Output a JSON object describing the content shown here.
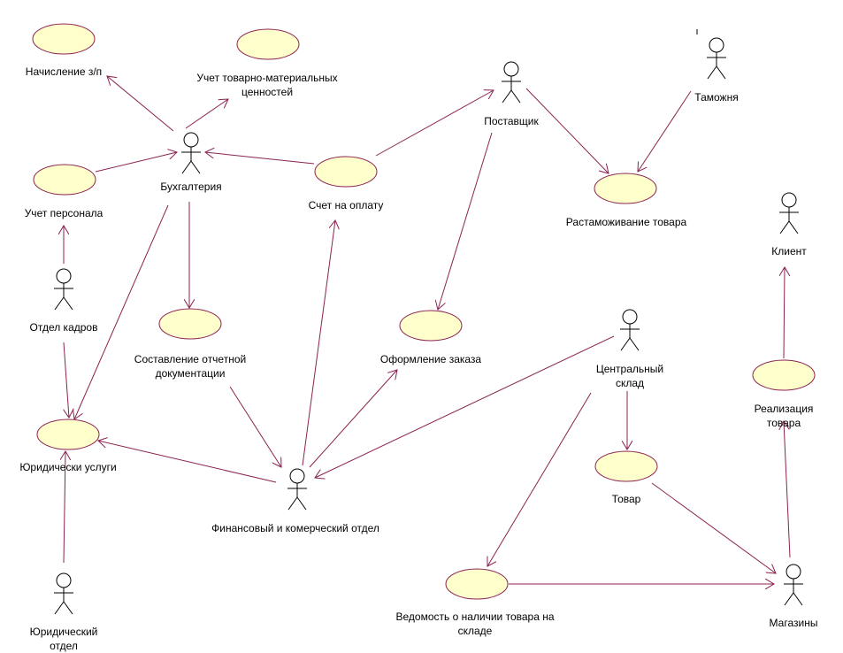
{
  "colors": {
    "line": "#8b2252",
    "ellipse_fill": "#ffffcc",
    "ellipse_stroke": "#8b2252",
    "actor_stroke": "#000000"
  },
  "actors": {
    "buh": "Бухгалтерия",
    "post": "Поставщик",
    "tam": "Таможня",
    "klient": "Клиент",
    "kadry": "Отдел кадров",
    "sklad": "Центральный\nсклад",
    "fin": "Финансовый и комерческий отдел",
    "yur": "Юридический\nотдел",
    "mag": "Магазины"
  },
  "usecases": {
    "zp": "Начисление з/п",
    "tmc": "Учет товарно-материальных\nценностей",
    "pers": "Учет персонала",
    "schet": "Счет на оплату",
    "rast": "Растаможивание товара",
    "otch": "Составление отчетной\nдокументации",
    "zakaz": "Оформление заказа",
    "real": "Реализация товара",
    "uslugi": "Юридически услуги",
    "tovar": "Товар",
    "ved": "Ведомость о наличии товара на\nскладе"
  }
}
